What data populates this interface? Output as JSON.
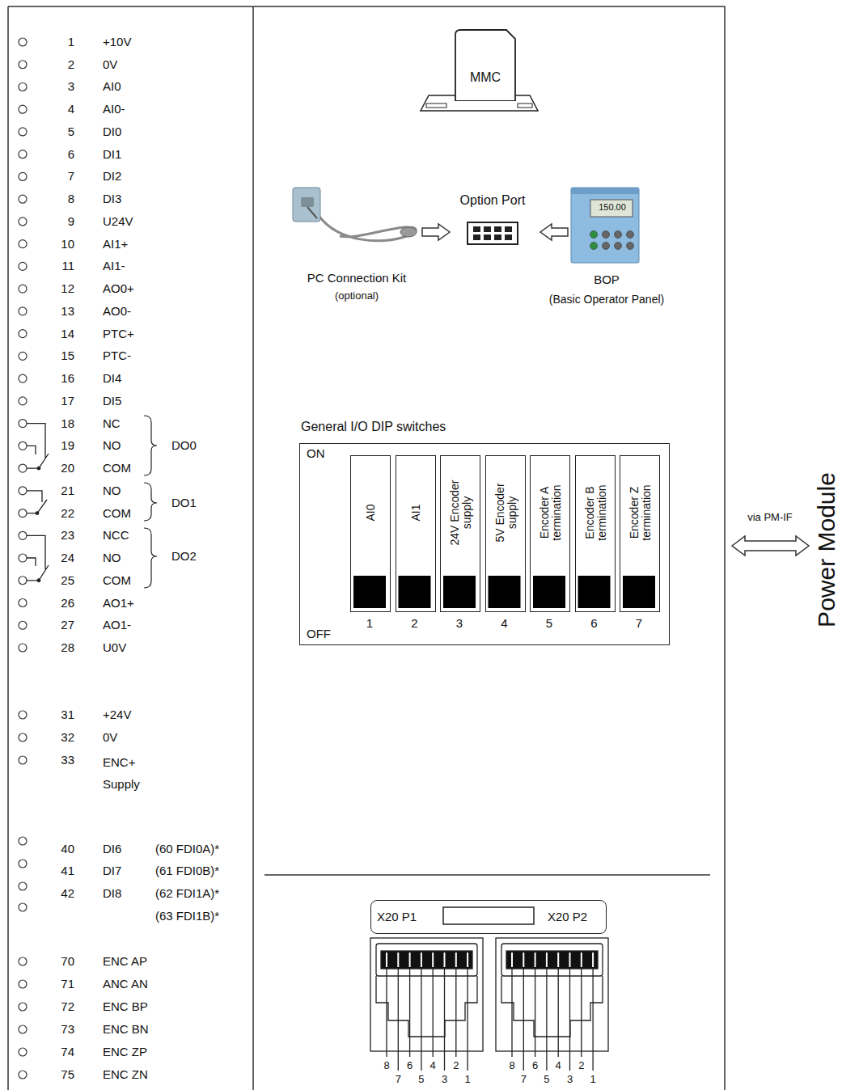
{
  "diagram": {
    "nodes": [
      {
        "text": [
          "MMC"
        ]
      },
      {
        "text": [
          "PC Connection Kit",
          "(optional)"
        ]
      },
      {
        "text": [
          "Option Port"
        ]
      },
      {
        "text": [
          "150.00"
        ]
      },
      {
        "text": [
          "General I/O DIP switches",
          "ON",
          "OFF"
        ]
      },
      {
        "text": [
          "AI0"
        ],
        "in": 4
      },
      {
        "text": [
          "AI1"
        ],
        "in": 4
      },
      {
        "text": [
          "24V Encoder supply"
        ],
        "in": 4
      },
      {
        "text": [
          "5V Encoder supply"
        ],
        "in": 4
      },
      {
        "text": [
          "Encoder A termination"
        ],
        "in": 4
      },
      {
        "text": [
          "Encoder B termination"
        ],
        "in": 4
      },
      {
        "text": [
          "Encoder Z termination"
        ],
        "in": 4
      },
      {
        "text": [
          "X20 P1",
          "X20 P2"
        ]
      }
    ],
    "edges": [
      {
        "from": 1,
        "to": 2,
        "arrow": "to"
      },
      {
        "from": 3,
        "to": 2,
        "arrow": "to"
      }
    ],
    "labels": [
      "1",
      "+10V",
      "2",
      "0V",
      "3",
      "AI0",
      "4",
      "AI0-",
      "5",
      "DI0",
      "6",
      "DI1",
      "7",
      "DI2",
      "8",
      "DI3",
      "9",
      "U24V",
      "10",
      "AI1+",
      "11",
      "AI1-",
      "12",
      "AO0+",
      "13",
      "AO0-",
      "14",
      "PTC+",
      "15",
      "PTC-",
      "16",
      "DI4",
      "17",
      "DI5",
      "18",
      "NC",
      "19",
      "NO",
      "20",
      "COM",
      "21",
      "NO",
      "22",
      "COM",
      "23",
      "NCC",
      "24",
      "NO",
      "25",
      "COM",
      "26",
      "AO1+",
      "27",
      "AO1-",
      "28",
      "U0V",
      "DO0",
      "DO1",
      "DO2",
      "31",
      "+24V",
      "32",
      "0V",
      "33",
      "ENC+ Supply",
      "40",
      "DI6",
      "(60 FDI0A)*",
      "41",
      "DI7",
      "(61 FDI0B)*",
      "42",
      "DI8",
      "(62 FDI1A)*",
      "(63 FDI1B)*",
      "70",
      "ENC AP",
      "71",
      "ANC AN",
      "72",
      "ENC BP",
      "73",
      "ENC BN",
      "74",
      "ENC ZP",
      "75",
      "ENC ZN",
      "BOP",
      "(Basic Operator Panel)",
      "1",
      "2",
      "3",
      "4",
      "5",
      "6",
      "7",
      "via PM-IF",
      "Power Module",
      "8",
      "7",
      "6",
      "5",
      "4",
      "3",
      "2",
      "1",
      "8",
      "7",
      "6",
      "5",
      "4",
      "3",
      "2",
      "1"
    ]
  }
}
